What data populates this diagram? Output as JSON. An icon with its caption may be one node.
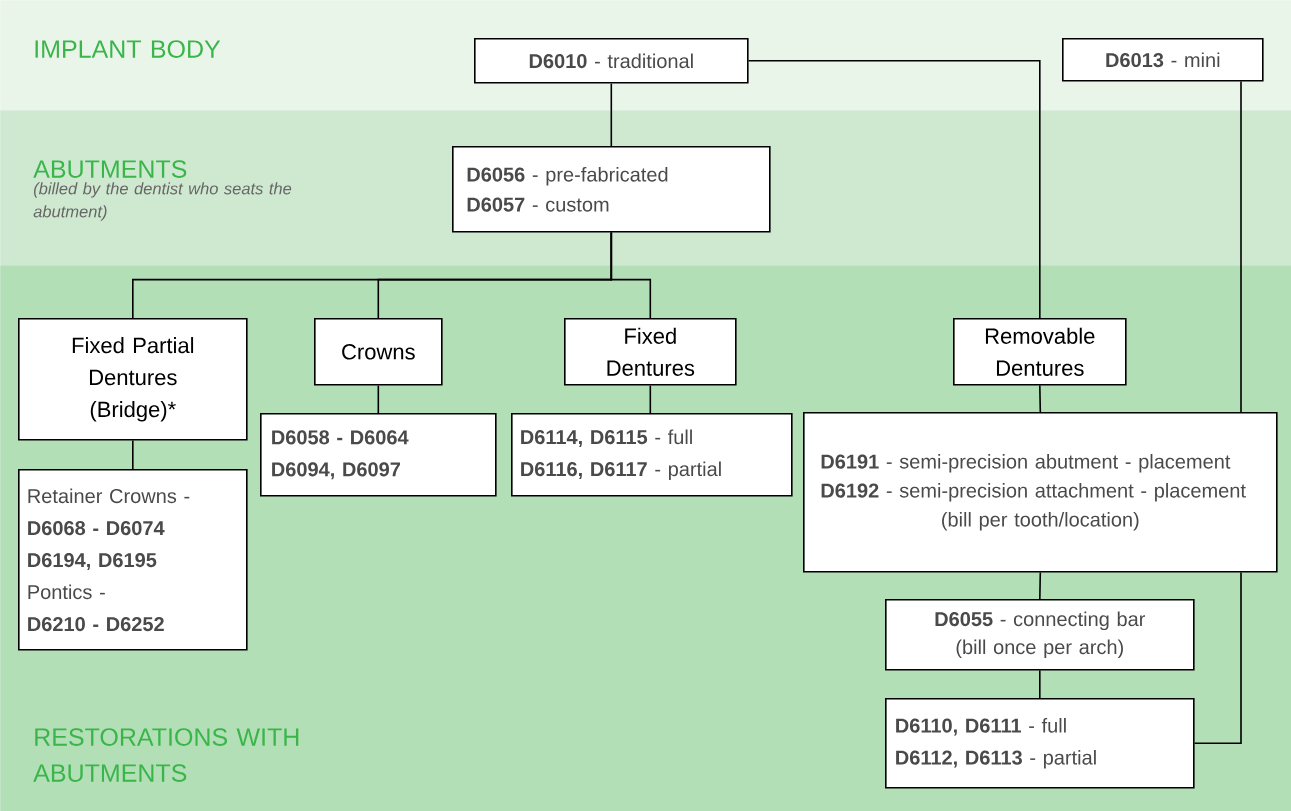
{
  "diagram": {
    "nodes": [
      {
        "text": [
          "IMPLANT BODY"
        ]
      },
      {
        "text": [
          "**D6010** - traditional"
        ],
        "in": 0
      },
      {
        "text": [
          "**D6013** - mini"
        ],
        "in": 0
      },
      {
        "text": [
          "ABUTMENTS",
          "(billed by the dentist who seats the abutment)"
        ]
      },
      {
        "text": [
          "**D6056** - pre-fabricated",
          "**D6057** - custom"
        ],
        "in": 3
      },
      {
        "text": [
          "RESTORATIONS WITH ABUTMENTS"
        ]
      },
      {
        "text": [
          "Fixed Partial Dentures (Bridge)*"
        ],
        "in": 5
      },
      {
        "text": [
          "Crowns"
        ],
        "in": 5
      },
      {
        "text": [
          "Fixed Dentures"
        ],
        "in": 5
      },
      {
        "text": [
          "Removable Dentures"
        ],
        "in": 5
      },
      {
        "text": [
          "Retainer Crowns -",
          "D6068 - D6074",
          "D6194, D6195",
          "Pontics -",
          "D6210 - D6252"
        ],
        "in": 5
      },
      {
        "text": [
          "D6058 - D6064",
          "D6094, D6097"
        ],
        "in": 5
      },
      {
        "text": [
          "**D6114, D6115** - full",
          "**D6116, D6117** - partial"
        ],
        "in": 5
      },
      {
        "text": [
          "**D6191** - semi-precision abutment - placement",
          "**D6192** - semi-precision attachment - placement",
          "(bill per tooth/location)"
        ],
        "in": 5
      },
      {
        "text": [
          "**D6055** - connecting bar",
          "(bill once per arch)"
        ],
        "in": 5
      },
      {
        "text": [
          "**D6110, D6111** - full",
          "**D6112, D6113** - partial"
        ],
        "in": 5
      }
    ],
    "edges": [
      {
        "from": 1,
        "to": 4,
        "arrow": "none"
      },
      {
        "from": 4,
        "to": 6,
        "arrow": "none"
      },
      {
        "from": 4,
        "to": 7,
        "arrow": "none"
      },
      {
        "from": 4,
        "to": 8,
        "arrow": "none"
      },
      {
        "from": 1,
        "to": 9,
        "arrow": "none"
      },
      {
        "from": 6,
        "to": 10,
        "arrow": "none"
      },
      {
        "from": 7,
        "to": 11,
        "arrow": "none"
      },
      {
        "from": 8,
        "to": 12,
        "arrow": "none"
      },
      {
        "from": 9,
        "to": 13,
        "arrow": "none"
      },
      {
        "from": 13,
        "to": 14,
        "arrow": "none"
      },
      {
        "from": 14,
        "to": 15,
        "arrow": "none"
      },
      {
        "from": 2,
        "to": 13,
        "arrow": "none"
      },
      {
        "from": 13,
        "to": 15,
        "arrow": "none"
      }
    ]
  }
}
